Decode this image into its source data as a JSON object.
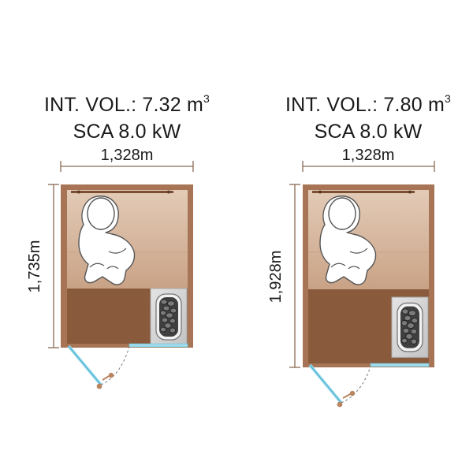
{
  "cabins": [
    {
      "volume_label": "INT. VOL.: 7.32 m",
      "volume_superscript": "3",
      "power_label": "SCA 8.0 kW",
      "width_label": "1,328m",
      "depth_label": "1,735m"
    },
    {
      "volume_label": "INT. VOL.: 7.80 m",
      "volume_superscript": "3",
      "power_label": "SCA 8.0 kW",
      "width_label": "1,328m",
      "depth_label": "1,928m"
    }
  ],
  "colors": {
    "wood_frame": "#a77555",
    "bench_upper": "#d2b096",
    "bench_lower": "#8a5a3c",
    "heater_box": "#d6d6d6",
    "glass": "#9fdcee",
    "handle": "#b98560"
  },
  "icons": {
    "person": "person-topdown-icon",
    "heater": "sauna-heater-icon",
    "door": "glass-door-icon"
  }
}
